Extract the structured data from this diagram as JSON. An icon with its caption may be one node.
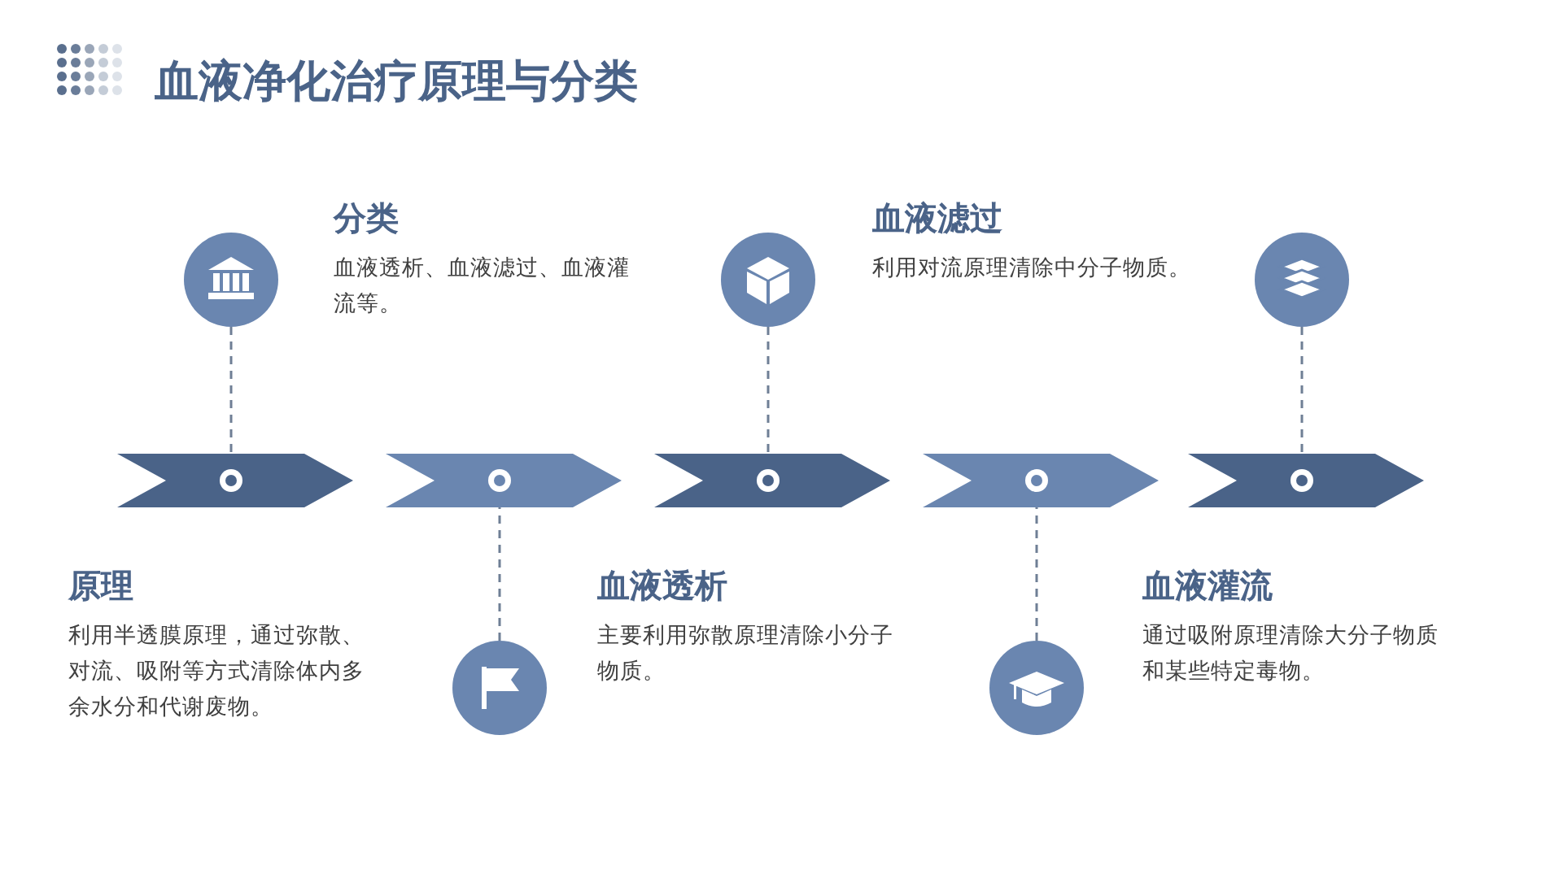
{
  "diagram": {
    "title": "血液净化治疗原理与分类",
    "nodes": [
      {
        "text": [],
        "shape": "bar"
      },
      {
        "text": [],
        "shape": "bar"
      },
      {
        "text": [],
        "shape": "bar"
      },
      {
        "text": [],
        "shape": "bar"
      },
      {
        "text": [],
        "shape": "bar"
      },
      {
        "text": [],
        "shape": "circle",
        "beside": [
          "原理",
          "利用半透膜原理，通过弥散、对流、吸附等方式清除体内多余水分和代谢废物。"
        ]
      },
      {
        "text": [],
        "shape": "circle",
        "beside": [
          "分类",
          "血液透析、血液滤过、血液灌流等。"
        ]
      },
      {
        "text": [],
        "shape": "circle",
        "beside": [
          "血液透析",
          "主要利用弥散原理清除小分子物质。"
        ]
      },
      {
        "text": [],
        "shape": "circle",
        "beside": [
          "血液滤过",
          "利用对流原理清除中分子物质。"
        ]
      },
      {
        "text": [],
        "shape": "circle",
        "beside": [
          "血液灌流",
          "通过吸附原理清除大分子物质和某些特定毒物。"
        ]
      }
    ],
    "edges": [
      {
        "from": 5,
        "to": 0,
        "arrow": "none",
        "style": "dashed"
      },
      {
        "from": 6,
        "to": 1,
        "arrow": "none",
        "style": "dashed"
      },
      {
        "from": 7,
        "to": 2,
        "arrow": "none",
        "style": "dashed"
      },
      {
        "from": 8,
        "to": 3,
        "arrow": "none",
        "style": "dashed"
      },
      {
        "from": 9,
        "to": 4,
        "arrow": "none",
        "style": "dashed"
      }
    ]
  }
}
